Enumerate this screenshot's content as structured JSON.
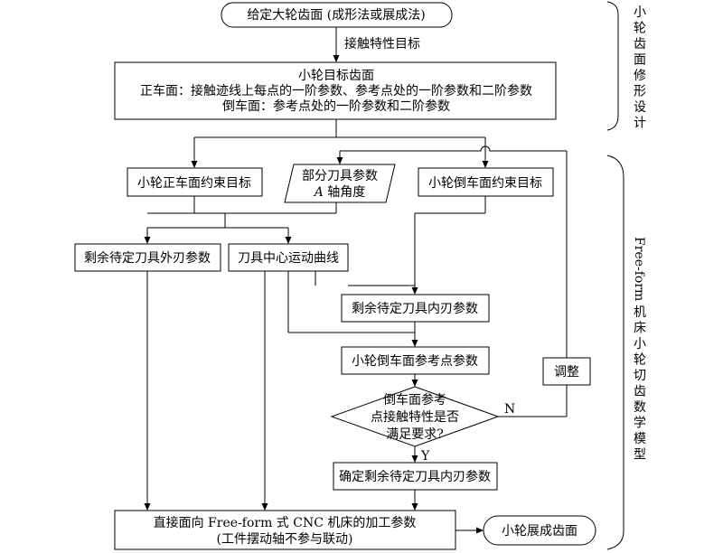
{
  "start_box": "给定大轮齿面 (成形法或展成法)",
  "edge_contact_target": "接触特性目标",
  "target_box": {
    "title": "小轮目标齿面",
    "line1": "正车面：接触迹线上每点的一阶参数、参考点处的一阶参数和二阶参数",
    "line2": "倒车面：参考点处的一阶参数和二阶参数"
  },
  "constraint_front": "小轮正车面约束目标",
  "tool_params": {
    "line1": "部分刀具参数",
    "line2_italic": "A",
    "line2_rest": " 轴角度"
  },
  "constraint_back": "小轮倒车面约束目标",
  "remaining_outer": "剩余待定刀具外刃参数",
  "tool_center_curve": "刀具中心运动曲线",
  "remaining_inner": "剩余待定刀具内刃参数",
  "back_ref_params": "小轮倒车面参考点参数",
  "adjust": "调整",
  "decision": {
    "line1": "倒车面参考",
    "line2": "点接触特性是否",
    "line3": "满足要求?"
  },
  "label_no": "N",
  "label_yes": "Y",
  "confirm_inner": "确定剩余待定刀具内刃参数",
  "final_box": {
    "line1": "直接面向 Free-form 式 CNC 机床的加工参数",
    "line2": "(工件摆动轴不参与联动)"
  },
  "end_box": "小轮展成齿面",
  "side_label_top": "小轮齿面修形设计",
  "side_label_bottom": {
    "latin": "Free-form",
    "chinese": "机床小轮切齿数学模型"
  }
}
